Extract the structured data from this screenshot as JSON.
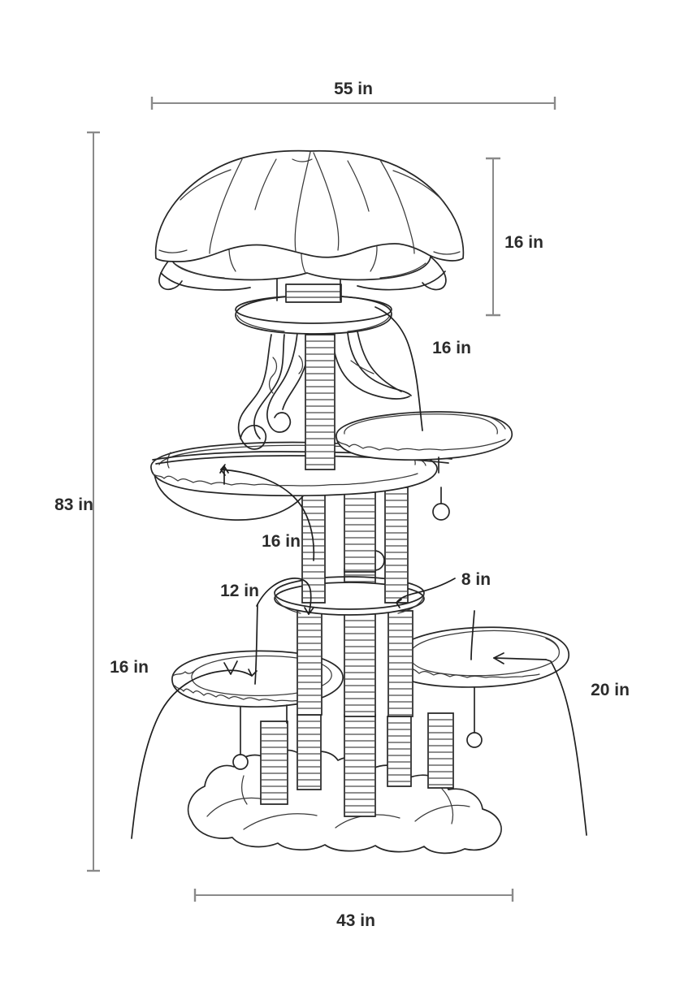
{
  "document": {
    "type": "technical-dimension-drawing",
    "subject": "Multi-level cat tree tower with mushroom canopy",
    "background_color": "#ffffff",
    "line_color": "#262626",
    "dimension_line_color": "#8a8a8a",
    "text_color": "#2b2b2b",
    "units": "in"
  },
  "dimensions": {
    "overall_width": {
      "label": "55 in",
      "value": 55,
      "unit": "in",
      "orientation": "horizontal",
      "position": "top",
      "describes": "overall width of cat tree at widest canopy"
    },
    "overall_height": {
      "label": "83 in",
      "value": 83,
      "unit": "in",
      "orientation": "vertical",
      "position": "left",
      "describes": "overall height of cat tree"
    },
    "canopy_height": {
      "label": "16 in",
      "value": 16,
      "unit": "in",
      "orientation": "vertical",
      "position": "upper-right",
      "describes": "height of mushroom canopy"
    },
    "upper_perch_diameter": {
      "label": "16 in",
      "value": 16,
      "unit": "in",
      "orientation": "leader",
      "position": "right-upper-middle",
      "describes": "upper right perch diameter"
    },
    "hammock_diameter": {
      "label": "16 in",
      "value": 16,
      "unit": "in",
      "orientation": "leader",
      "position": "center-left-middle",
      "describes": "mid hammock / platform diameter"
    },
    "ring_platform_diameter": {
      "label": "12 in",
      "value": 12,
      "unit": "in",
      "orientation": "leader",
      "position": "center-left-lower",
      "describes": "small round ring platform diameter"
    },
    "ring_clearance": {
      "label": "8 in",
      "value": 8,
      "unit": "in",
      "orientation": "leader",
      "position": "center-right-lower",
      "describes": "small ring platform leader"
    },
    "left_bed_diameter": {
      "label": "16 in",
      "value": 16,
      "unit": "in",
      "orientation": "leader",
      "position": "lower-left",
      "describes": "lower left bed diameter"
    },
    "right_bed_diameter": {
      "label": "20 in",
      "value": 20,
      "unit": "in",
      "orientation": "leader",
      "position": "lower-right",
      "describes": "lower right bed diameter"
    },
    "base_width": {
      "label": "43 in",
      "value": 43,
      "unit": "in",
      "orientation": "horizontal",
      "position": "bottom",
      "describes": "width of cloud base"
    }
  },
  "components": [
    {
      "name": "mushroom-canopy",
      "label": "Mushroom canopy"
    },
    {
      "name": "canopy-ruffle",
      "label": "Canopy ruffled skirt"
    },
    {
      "name": "top-disc-platform",
      "label": "Top disc platform"
    },
    {
      "name": "tentacle-dangles",
      "label": "Hanging tentacle dangles"
    },
    {
      "name": "upper-right-perch",
      "label": "Upper right perch"
    },
    {
      "name": "mid-platform",
      "label": "Mid platform with hammock"
    },
    {
      "name": "hanging-toy-ball",
      "label": "Hanging toy ball"
    },
    {
      "name": "ring-platform",
      "label": "Small ring platform"
    },
    {
      "name": "lower-left-bed",
      "label": "Lower left bed"
    },
    {
      "name": "lower-right-bed",
      "label": "Lower right bed"
    },
    {
      "name": "sisal-posts",
      "label": "Sisal scratching posts"
    },
    {
      "name": "cloud-base",
      "label": "Cloud-shaped plush base"
    },
    {
      "name": "pom-pom-toys",
      "label": "Pom-pom toys"
    }
  ]
}
